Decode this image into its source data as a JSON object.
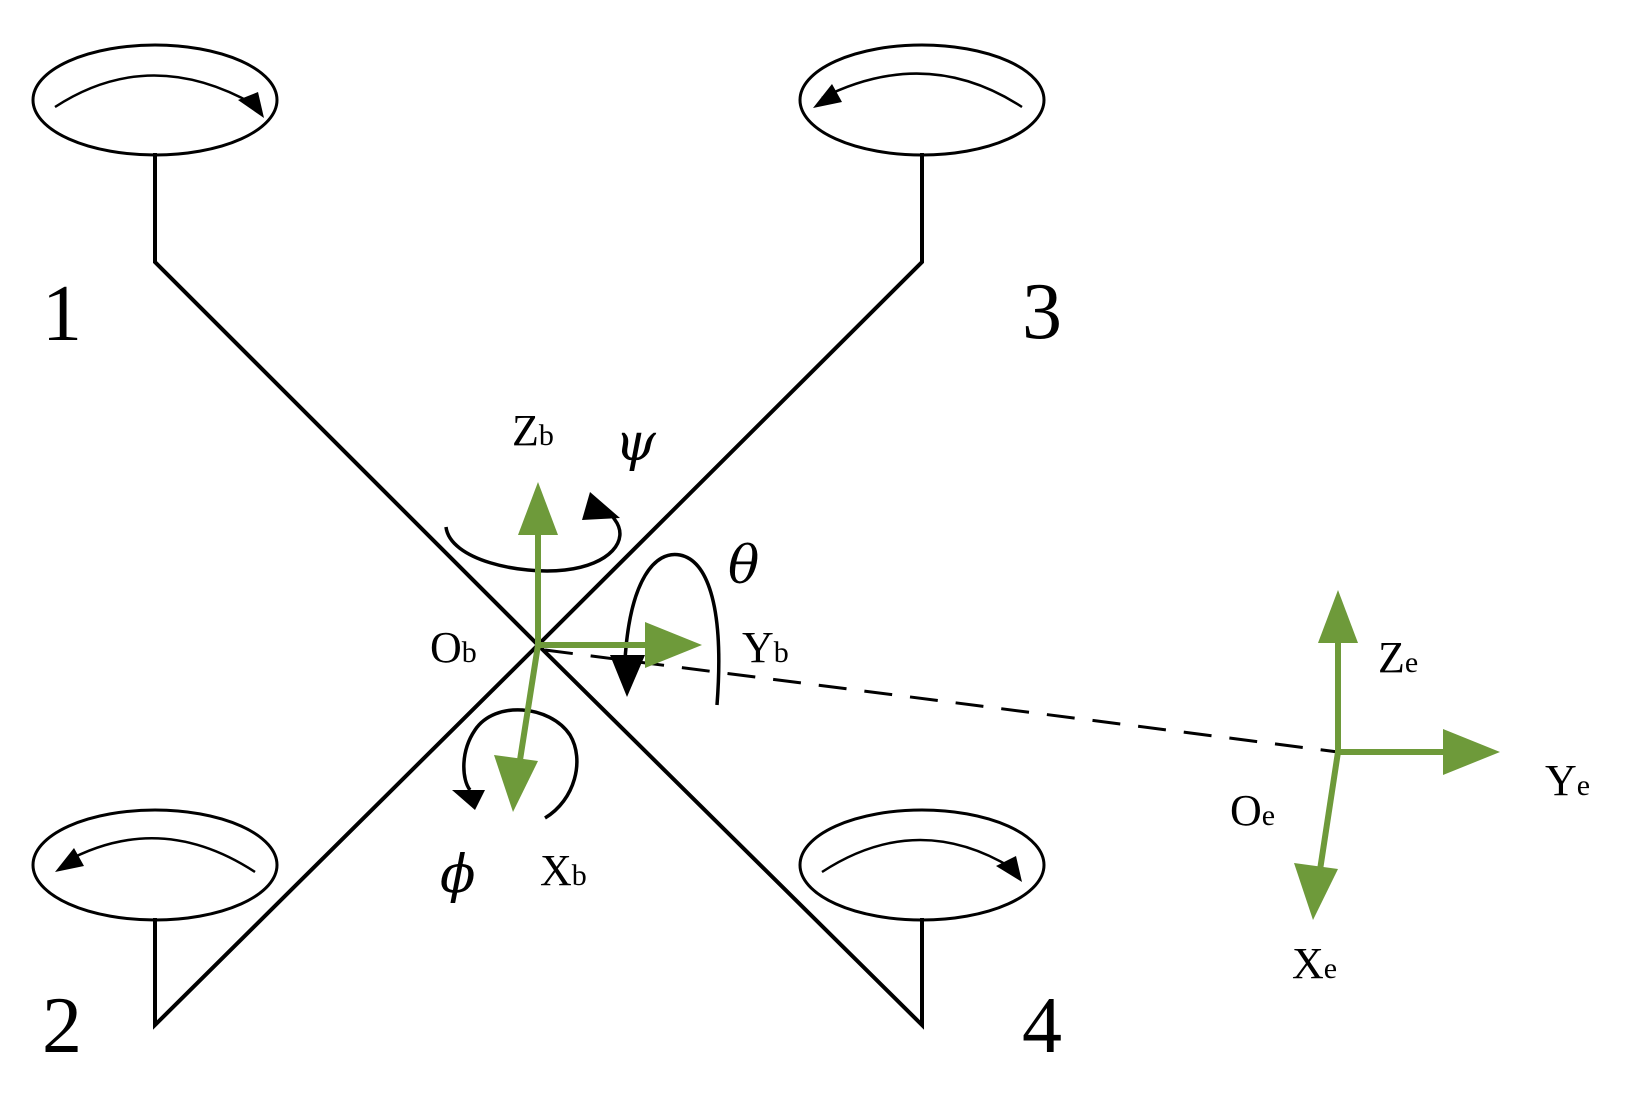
{
  "rotors": [
    {
      "number": "1"
    },
    {
      "number": "2"
    },
    {
      "number": "3"
    },
    {
      "number": "4"
    }
  ],
  "body_frame": {
    "origin": {
      "main": "O",
      "sub": "b"
    },
    "x_axis": {
      "main": "X",
      "sub": "b"
    },
    "y_axis": {
      "main": "Y",
      "sub": "b"
    },
    "z_axis": {
      "main": "Z",
      "sub": "b"
    }
  },
  "earth_frame": {
    "origin": {
      "main": "O",
      "sub": "e"
    },
    "x_axis": {
      "main": "X",
      "sub": "e"
    },
    "y_axis": {
      "main": "Y",
      "sub": "e"
    },
    "z_axis": {
      "main": "Z",
      "sub": "e"
    }
  },
  "angles": {
    "yaw": "ψ",
    "pitch": "θ",
    "roll": "ϕ"
  },
  "colors": {
    "axes": "#6e9a3a",
    "lines": "#000000"
  }
}
